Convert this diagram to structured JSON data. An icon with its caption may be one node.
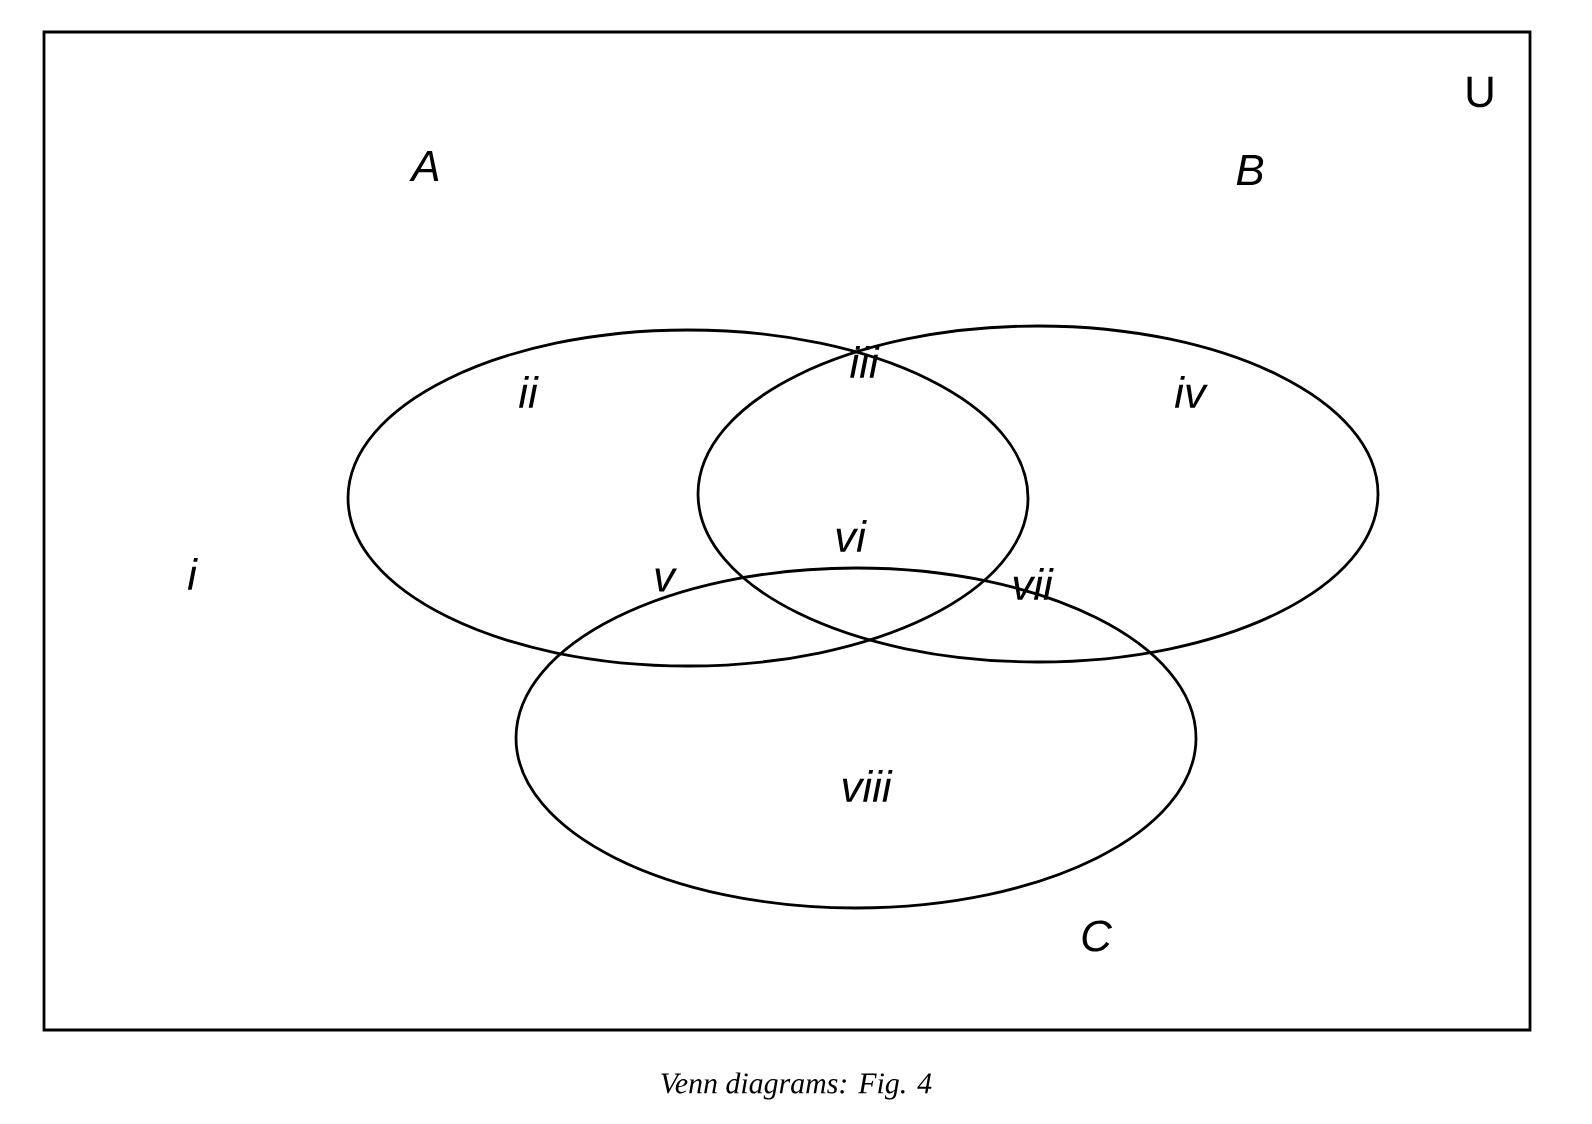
{
  "diagram": {
    "caption": "Venn diagrams: Fig. 4",
    "nodes": [
      {
        "text": [
          "U"
        ]
      },
      {
        "text": [
          "A"
        ],
        "in": 0
      },
      {
        "text": [
          "B"
        ],
        "in": 0
      },
      {
        "text": [
          "C"
        ],
        "in": 0
      }
    ],
    "labels": [
      "i",
      "ii",
      "iii",
      "iv",
      "v",
      "vi",
      "vii",
      "viii"
    ]
  }
}
